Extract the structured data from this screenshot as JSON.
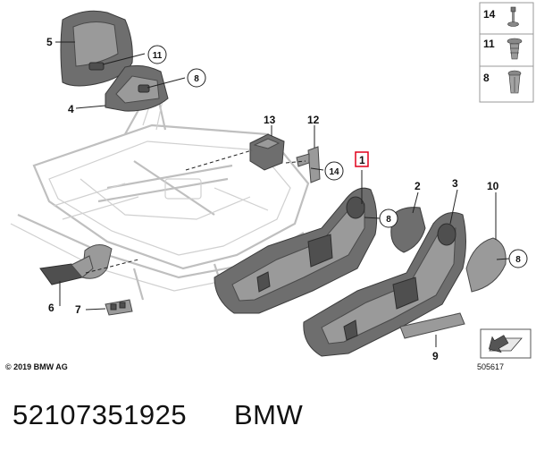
{
  "callouts": {
    "c1": "1",
    "c2": "2",
    "c3": "3",
    "c4": "4",
    "c5": "5",
    "c6": "6",
    "c7": "7",
    "c8": "8",
    "c9": "9",
    "c10": "10",
    "c12": "12",
    "c13": "13"
  },
  "ref_circles": {
    "r11": "11",
    "r8a": "8",
    "r14": "14",
    "r8b": "8",
    "r8c": "8"
  },
  "fastener_table": [
    {
      "label": "14"
    },
    {
      "label": "11"
    },
    {
      "label": "8"
    }
  ],
  "copyright": "© 2019 BMW AG",
  "diagram_id": "505617",
  "footer": {
    "part_number": "52107351925",
    "brand": "BMW"
  }
}
